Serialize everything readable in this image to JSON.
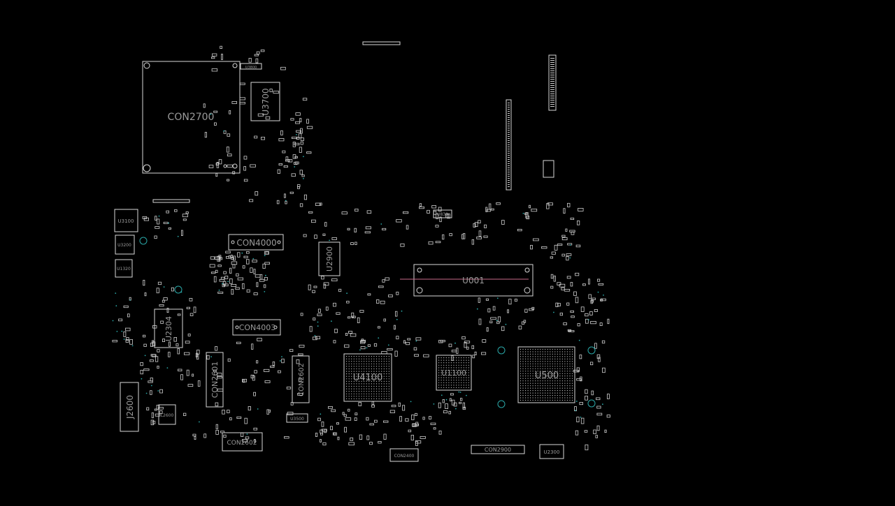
{
  "colors": {
    "background": "#000000",
    "outline": "#d8d8d8",
    "label": "#9a9a9a",
    "via": "#2aa7a7",
    "trace": "#c86a8a"
  },
  "labels": {
    "con2700": "CON2700",
    "u3700": "U3700",
    "con4000": "CON4000",
    "u2900": "U2900",
    "u001": "U001",
    "con4003": "CON4003",
    "u2304": "U2304",
    "con2601": "CON2601",
    "con2602": "CON2602",
    "u4100": "U4100",
    "u1100": "U1100",
    "u500": "U500",
    "j2600": "J2600",
    "l2600": "L2600",
    "con2602b": "CON2602",
    "con2400": "CON2400",
    "con2900": "CON2900",
    "u2300": "U2300",
    "u3100": "U3100",
    "u3200": "U3200",
    "u1320": "U1320",
    "u3500": "U3500",
    "u830": "U830",
    "u3800": "U3800"
  }
}
